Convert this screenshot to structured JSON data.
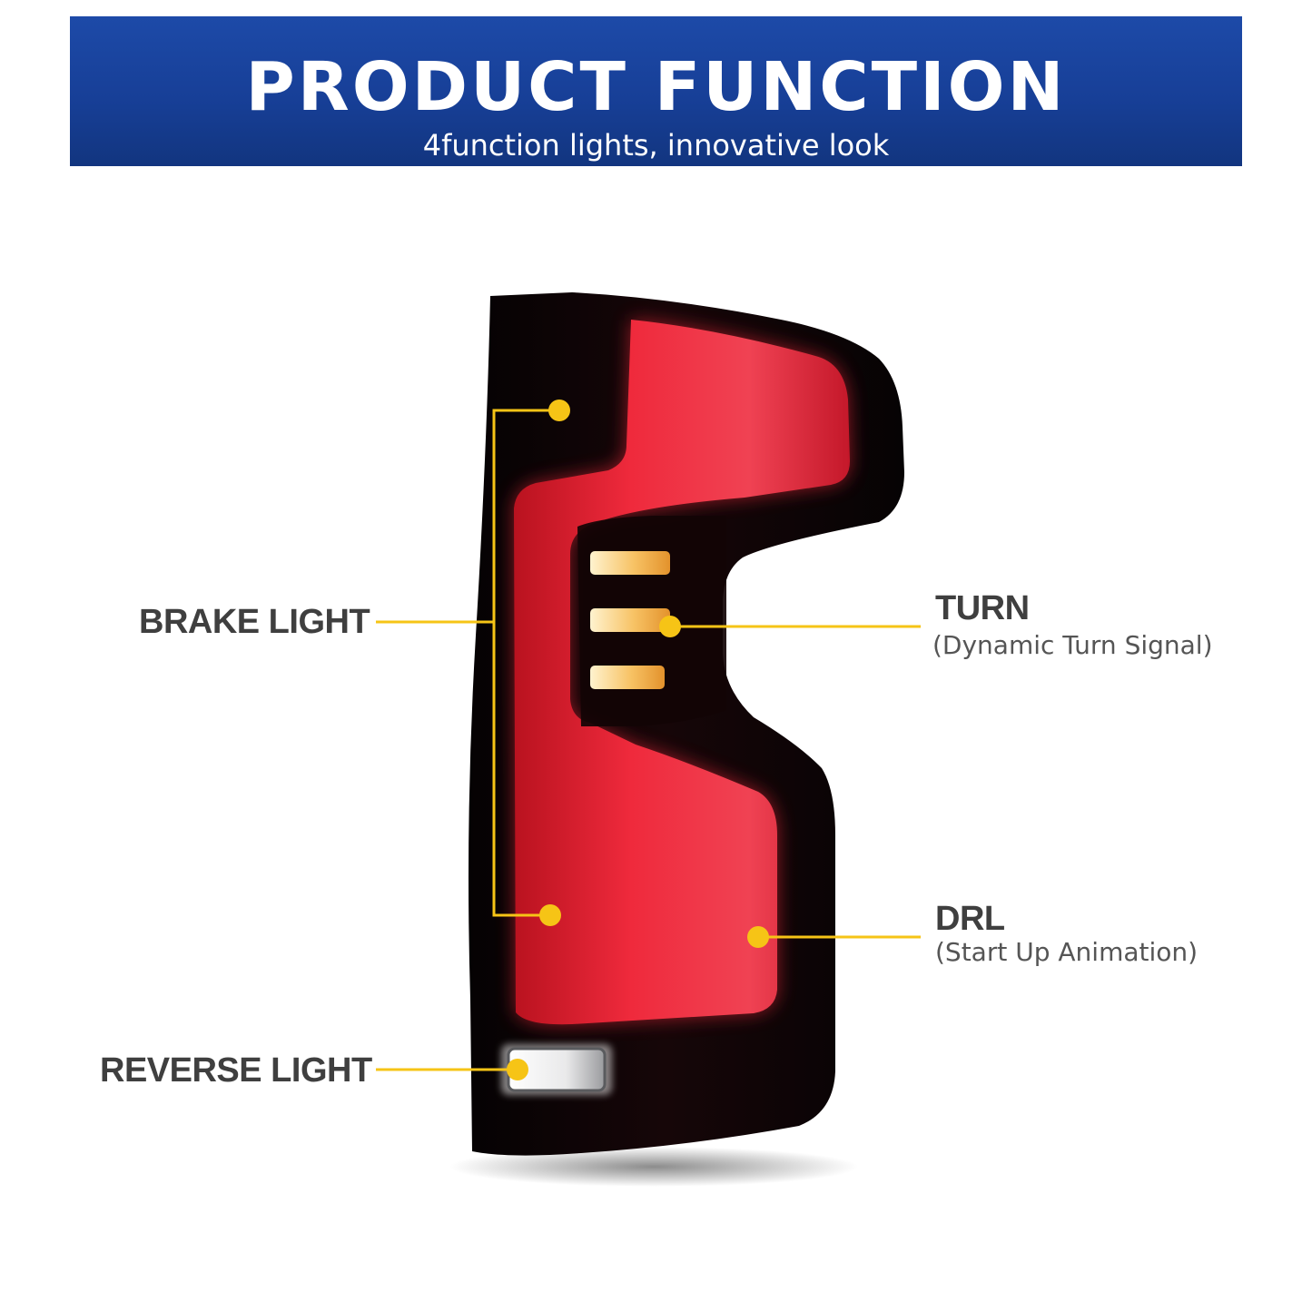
{
  "header": {
    "title": "PRODUCT FUNCTION",
    "subtitle": "4function lights, innovative look"
  },
  "callouts": {
    "brake": {
      "label": "BRAKE LIGHT"
    },
    "turn": {
      "label": "TURN",
      "sublabel": "(Dynamic Turn Signal)"
    },
    "drl": {
      "label": "DRL",
      "sublabel": "(Start Up Animation)"
    },
    "reverse": {
      "label": "REVERSE LIGHT"
    }
  },
  "colors": {
    "banner": "#1a44a0",
    "callout": "#f6c416",
    "light_red": "#ec2338",
    "housing": "#0b0506",
    "turn_amber": "#f5b24a"
  }
}
